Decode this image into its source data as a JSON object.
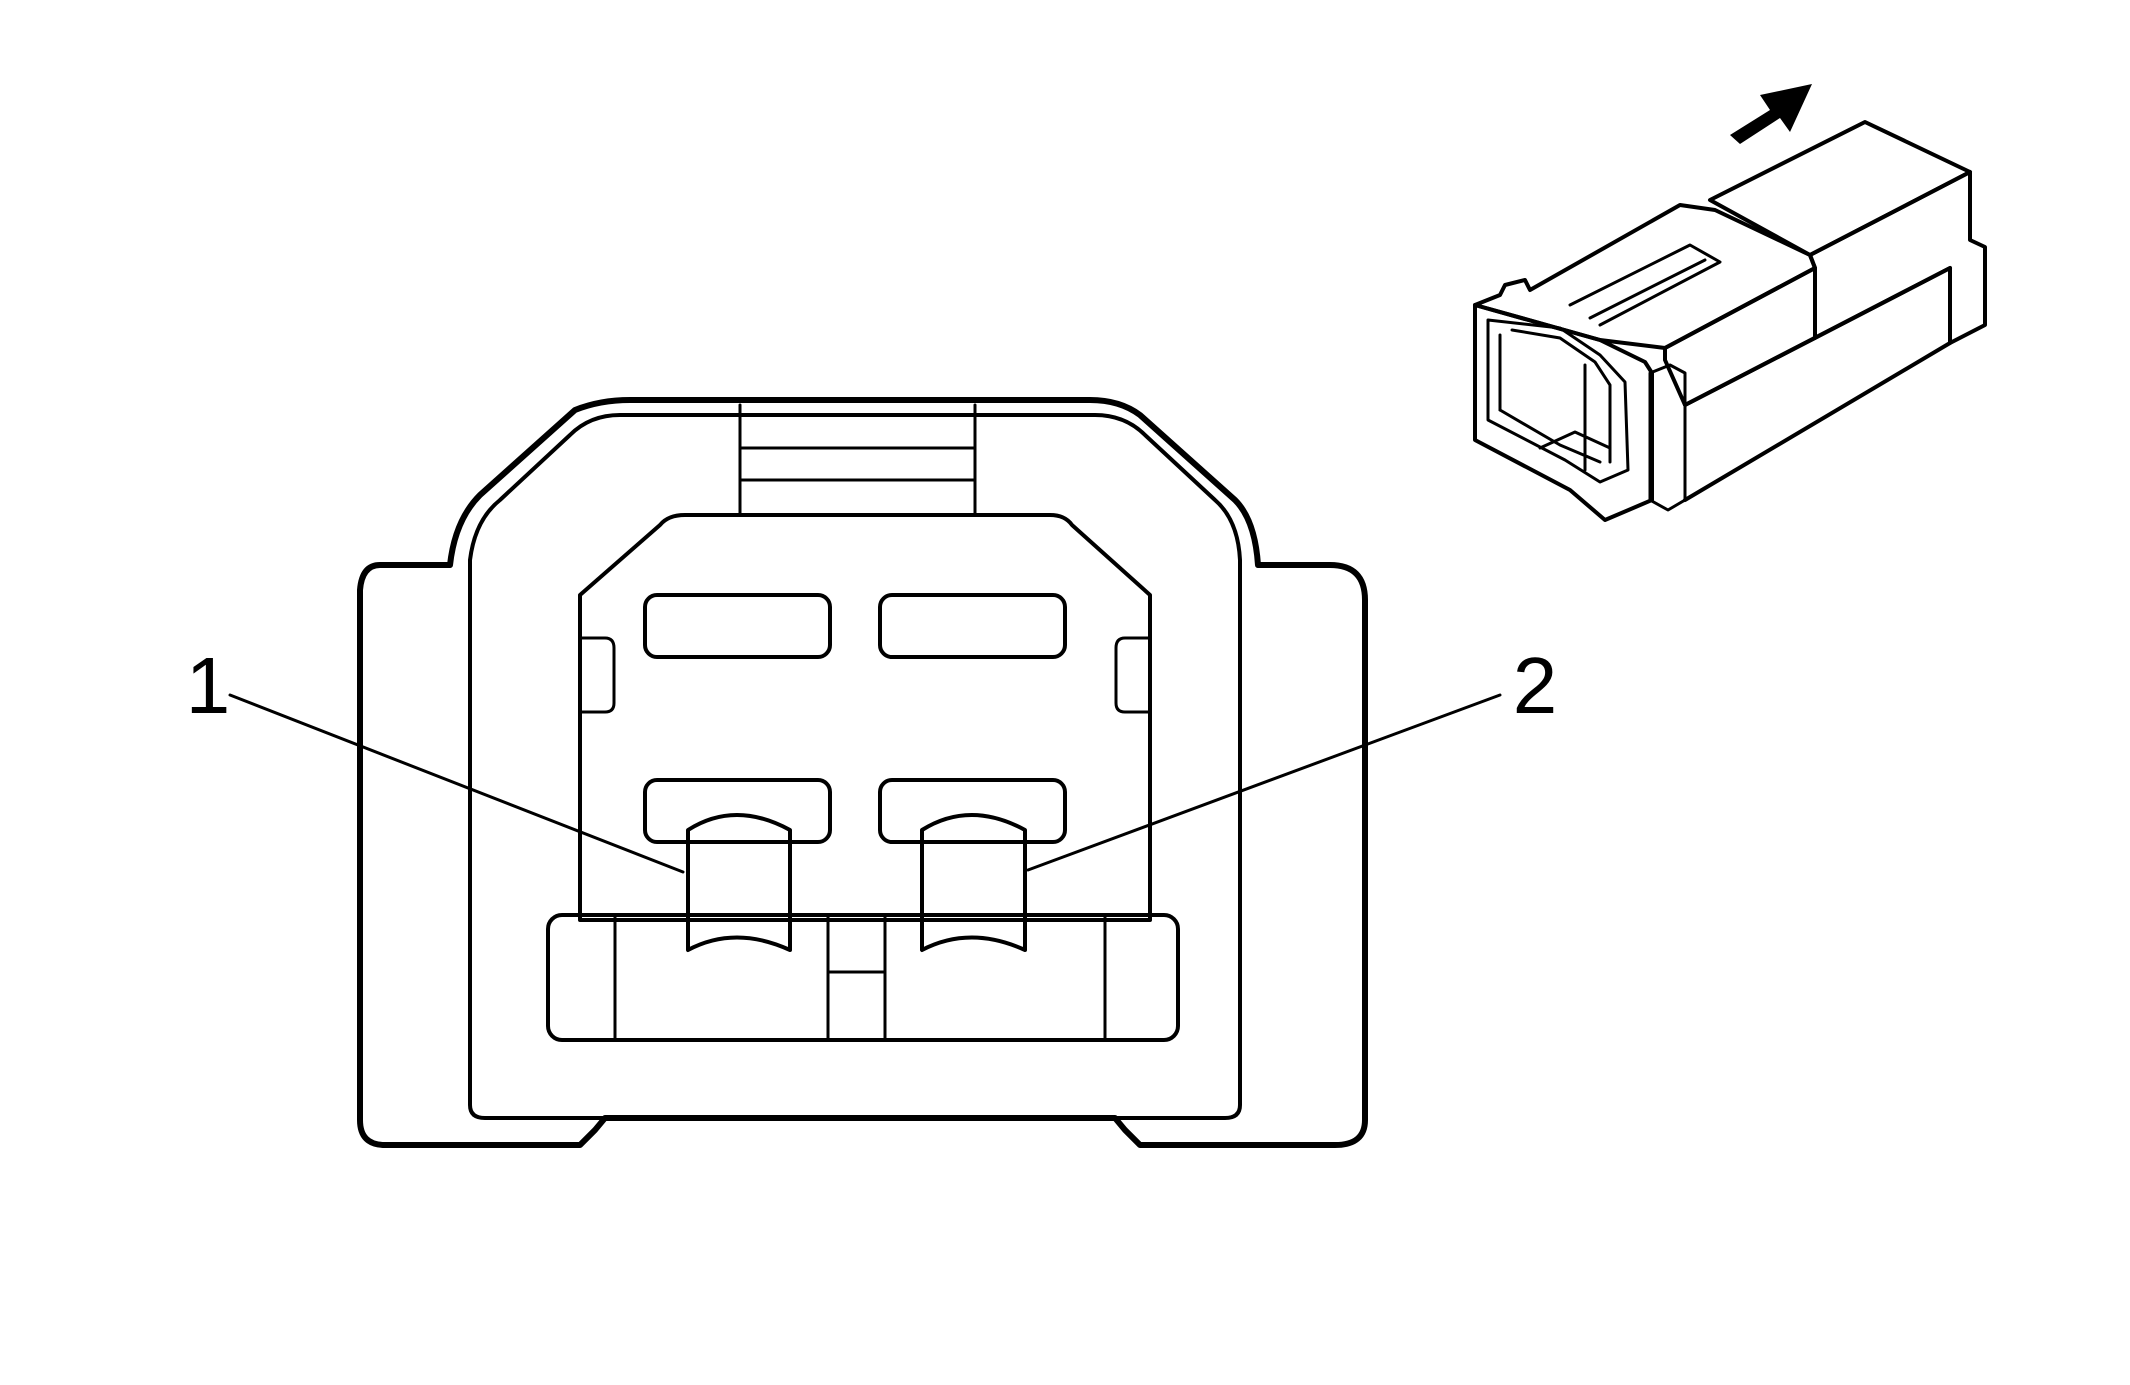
{
  "callouts": [
    {
      "id": "pin-1",
      "label": "1"
    },
    {
      "id": "pin-2",
      "label": "2"
    }
  ],
  "colors": {
    "line": "#000000",
    "background": "#ffffff"
  },
  "icons": {
    "direction": "arrow-icon",
    "connector_view": "connector-isometric-icon"
  }
}
